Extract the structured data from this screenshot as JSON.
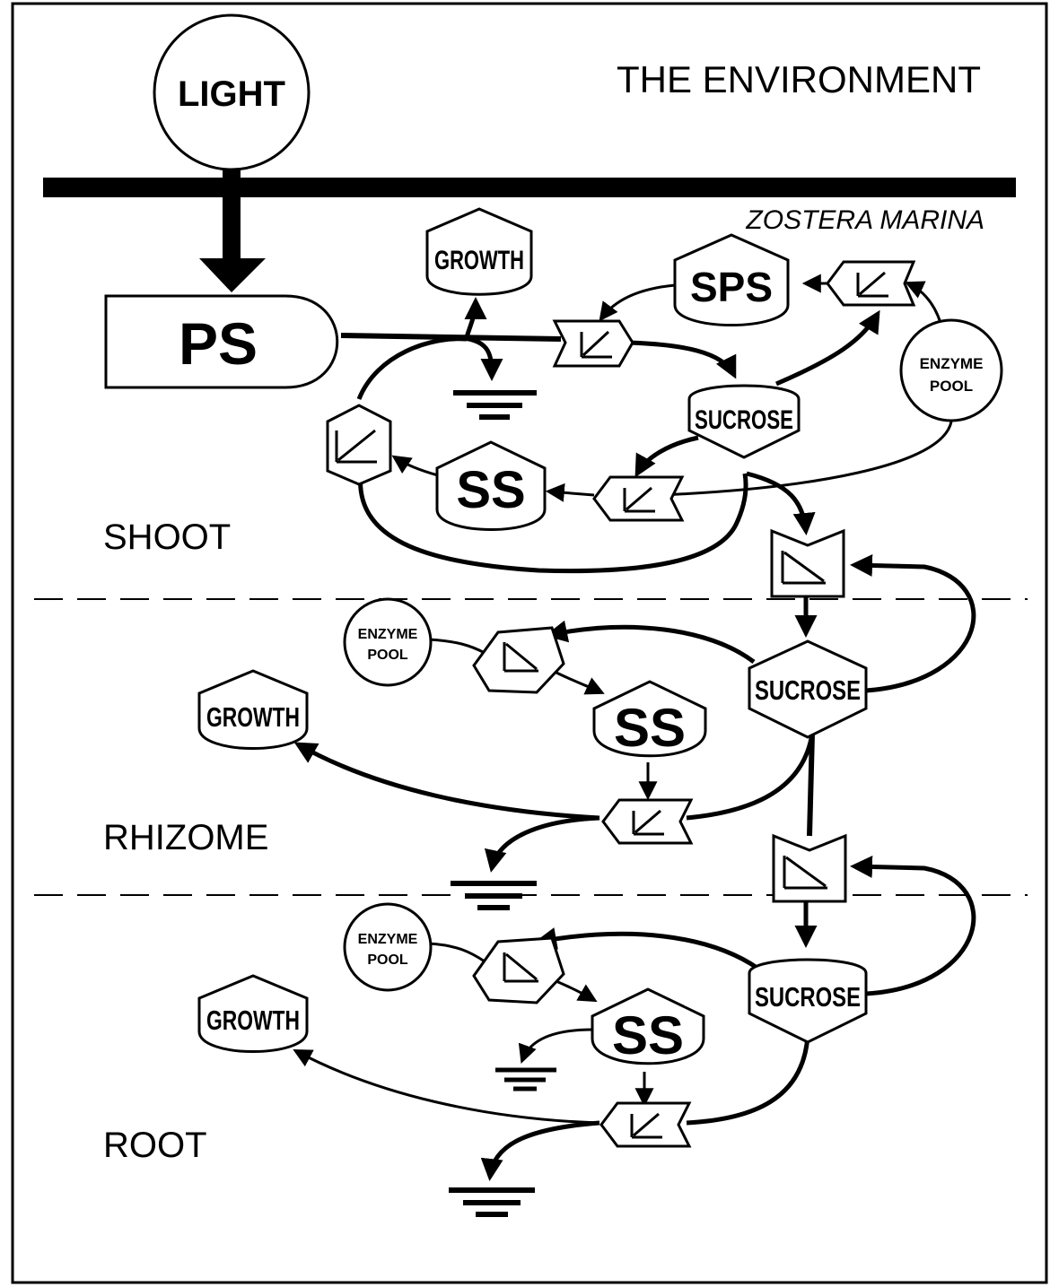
{
  "labels": {
    "environment": "THE ENVIRONMENT",
    "species": "ZOSTERA MARINA",
    "shoot": "SHOOT",
    "rhizome": "RHIZOME",
    "root": "ROOT"
  },
  "nodes": {
    "light": "LIGHT",
    "ps": "PS",
    "sps": "SPS",
    "shoot_growth": "GROWTH",
    "shoot_sucrose": "SUCROSE",
    "shoot_ss": "SS",
    "shoot_enzyme_line1": "ENZYME",
    "shoot_enzyme_line2": "POOL",
    "rhizome_growth": "GROWTH",
    "rhizome_sucrose": "SUCROSE",
    "rhizome_ss": "SS",
    "rhizome_enzyme_line1": "ENZYME",
    "rhizome_enzyme_line2": "POOL",
    "root_growth": "GROWTH",
    "root_sucrose": "SUCROSE",
    "root_ss": "SS",
    "root_enzyme_line1": "ENZYME",
    "root_enzyme_line2": "POOL"
  },
  "colors": {
    "ink": "#000000",
    "paper": "#ffffff"
  }
}
